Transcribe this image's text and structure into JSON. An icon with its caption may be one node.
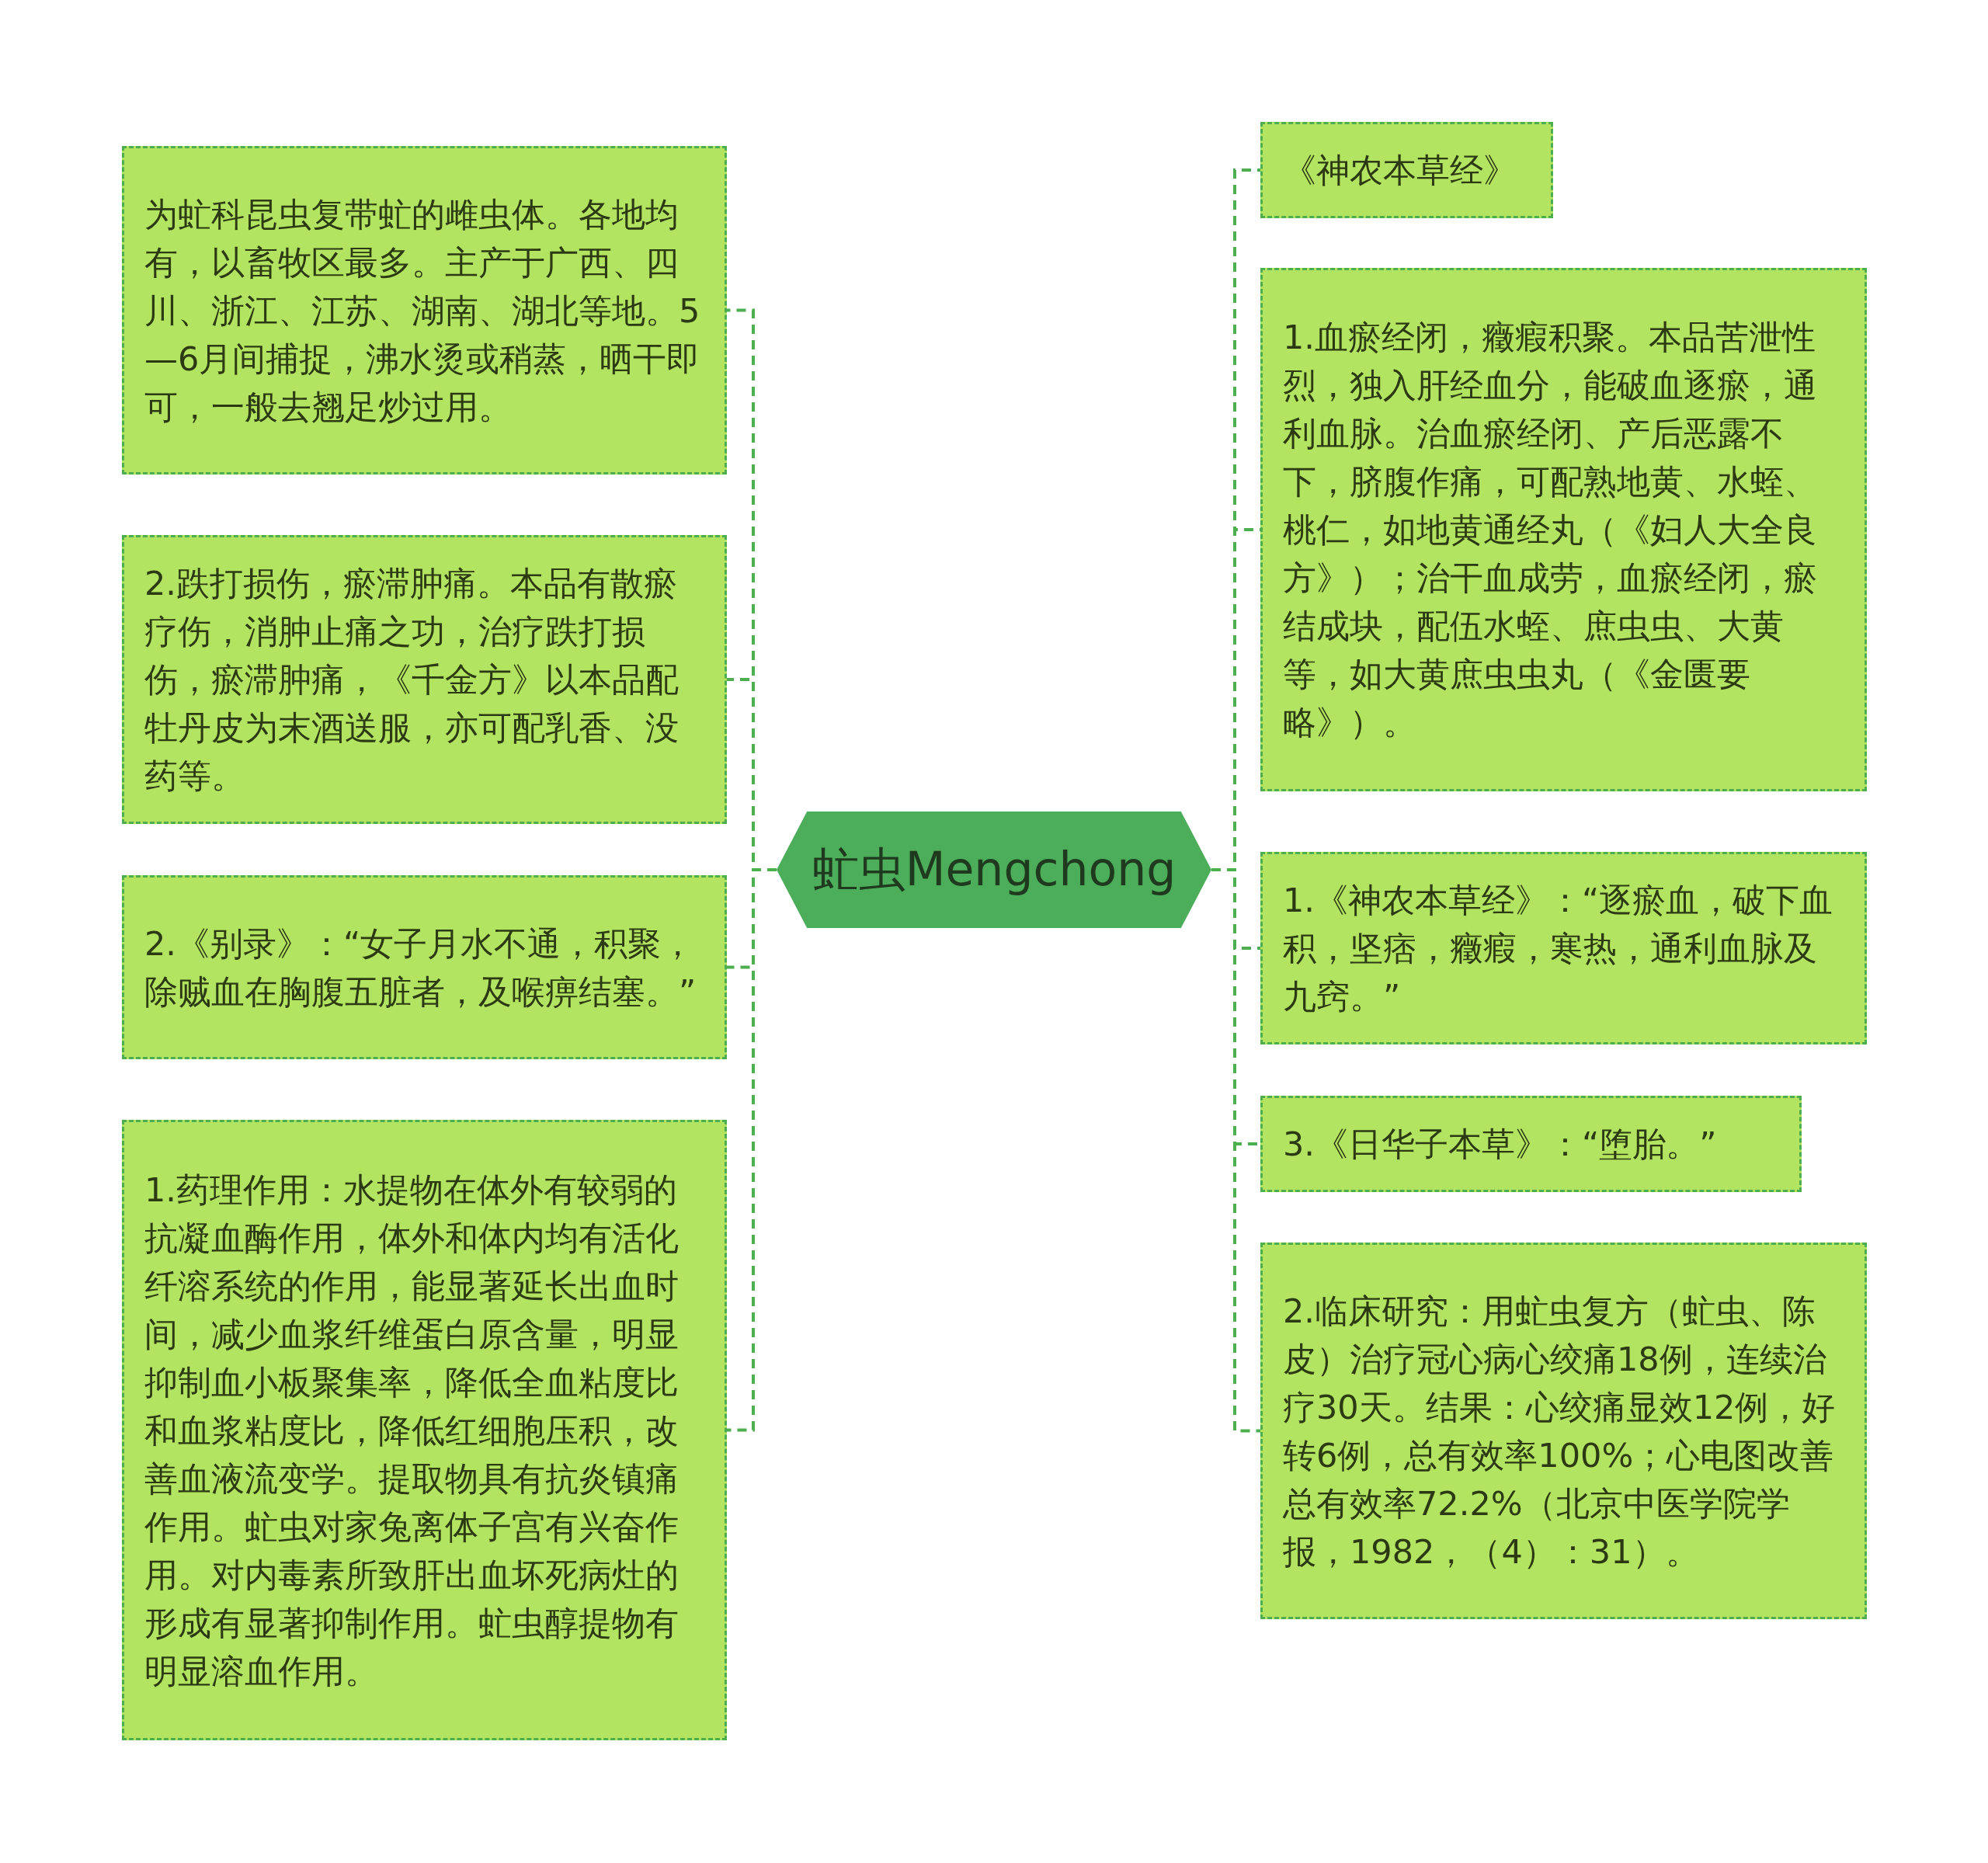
{
  "diagram": {
    "nodes": [
      {
        "text": [
          "虻虫Mengchong"
        ]
      },
      {
        "text": [
          "为虻科昆虫复带虻的雌虫体。各地均有，以畜牧区最多。主产于广西、四川、浙江、江苏、湖南、湖北等地。5—6月间捕捉，沸水烫或稍蒸，晒干即可，一般去翘足炒过用。"
        ]
      },
      {
        "text": [
          "2.跌打损伤，瘀滞肿痛。本品有散瘀疗伤，消肿止痛之功，治疗跌打损伤，瘀滞肿痛，《千金方》以本品配牡丹皮为末酒送服，亦可配乳香、没药等。"
        ]
      },
      {
        "text": [
          "2.《别录》：“女子月水不通，积聚，除贼血在胸腹五脏者，及喉痹结塞。”"
        ]
      },
      {
        "text": [
          "1.药理作用：水提物在体外有较弱的抗凝血酶作用，体外和体内均有活化纤溶系统的作用，能显著延长出血时间，减少血浆纤维蛋白原含量，明显抑制血小板聚集率，降低全血粘度比和血浆粘度比，降低红细胞压积，改善血液流变学。提取物具有抗炎镇痛作用。虻虫对家兔离体子宫有兴奋作用。对内毒素所致肝出血坏死病灶的形成有显著抑制作用。虻虫醇提物有明显溶血作用。"
        ]
      },
      {
        "text": [
          "《神农本草经》"
        ]
      },
      {
        "text": [
          "1.血瘀经闭，癥瘕积聚。本品苦泄性烈，独入肝经血分，能破血逐瘀，通利血脉。治血瘀经闭、产后恶露不下，脐腹作痛，可配熟地黄、水蛭、桃仁，如地黄通经丸（《妇人大全良方》）；治干血成劳，血瘀经闭，瘀结成块，配伍水蛭、庶虫虫、大黄等，如大黄庶虫虫丸（《金匮要略》）。"
        ]
      },
      {
        "text": [
          "1.《神农本草经》：“逐瘀血，破下血积，坚痞，癥瘕，寒热，通利血脉及九窍。”"
        ]
      },
      {
        "text": [
          "3.《日华子本草》：“堕胎。”"
        ]
      },
      {
        "text": [
          "2.临床研究：用虻虫复方（虻虫、陈皮）治疗冠心病心绞痛18例，连续治疗30天。结果：心绞痛显效12例，好转6例，总有效率100%；心电图改善总有效率72.2%（北京中医学院学报，1982，（4）：31）。"
        ]
      }
    ],
    "edges": [
      {
        "from": 0,
        "to": 1,
        "arrow": "none",
        "style": "dashed"
      },
      {
        "from": 0,
        "to": 2,
        "arrow": "none",
        "style": "dashed"
      },
      {
        "from": 0,
        "to": 3,
        "arrow": "none",
        "style": "dashed"
      },
      {
        "from": 0,
        "to": 4,
        "arrow": "none",
        "style": "dashed"
      },
      {
        "from": 0,
        "to": 5,
        "arrow": "none",
        "style": "dashed"
      },
      {
        "from": 0,
        "to": 6,
        "arrow": "none",
        "style": "dashed"
      },
      {
        "from": 0,
        "to": 7,
        "arrow": "none",
        "style": "dashed"
      },
      {
        "from": 0,
        "to": 8,
        "arrow": "none",
        "style": "dashed"
      },
      {
        "from": 0,
        "to": 9,
        "arrow": "none",
        "style": "dashed"
      }
    ]
  }
}
